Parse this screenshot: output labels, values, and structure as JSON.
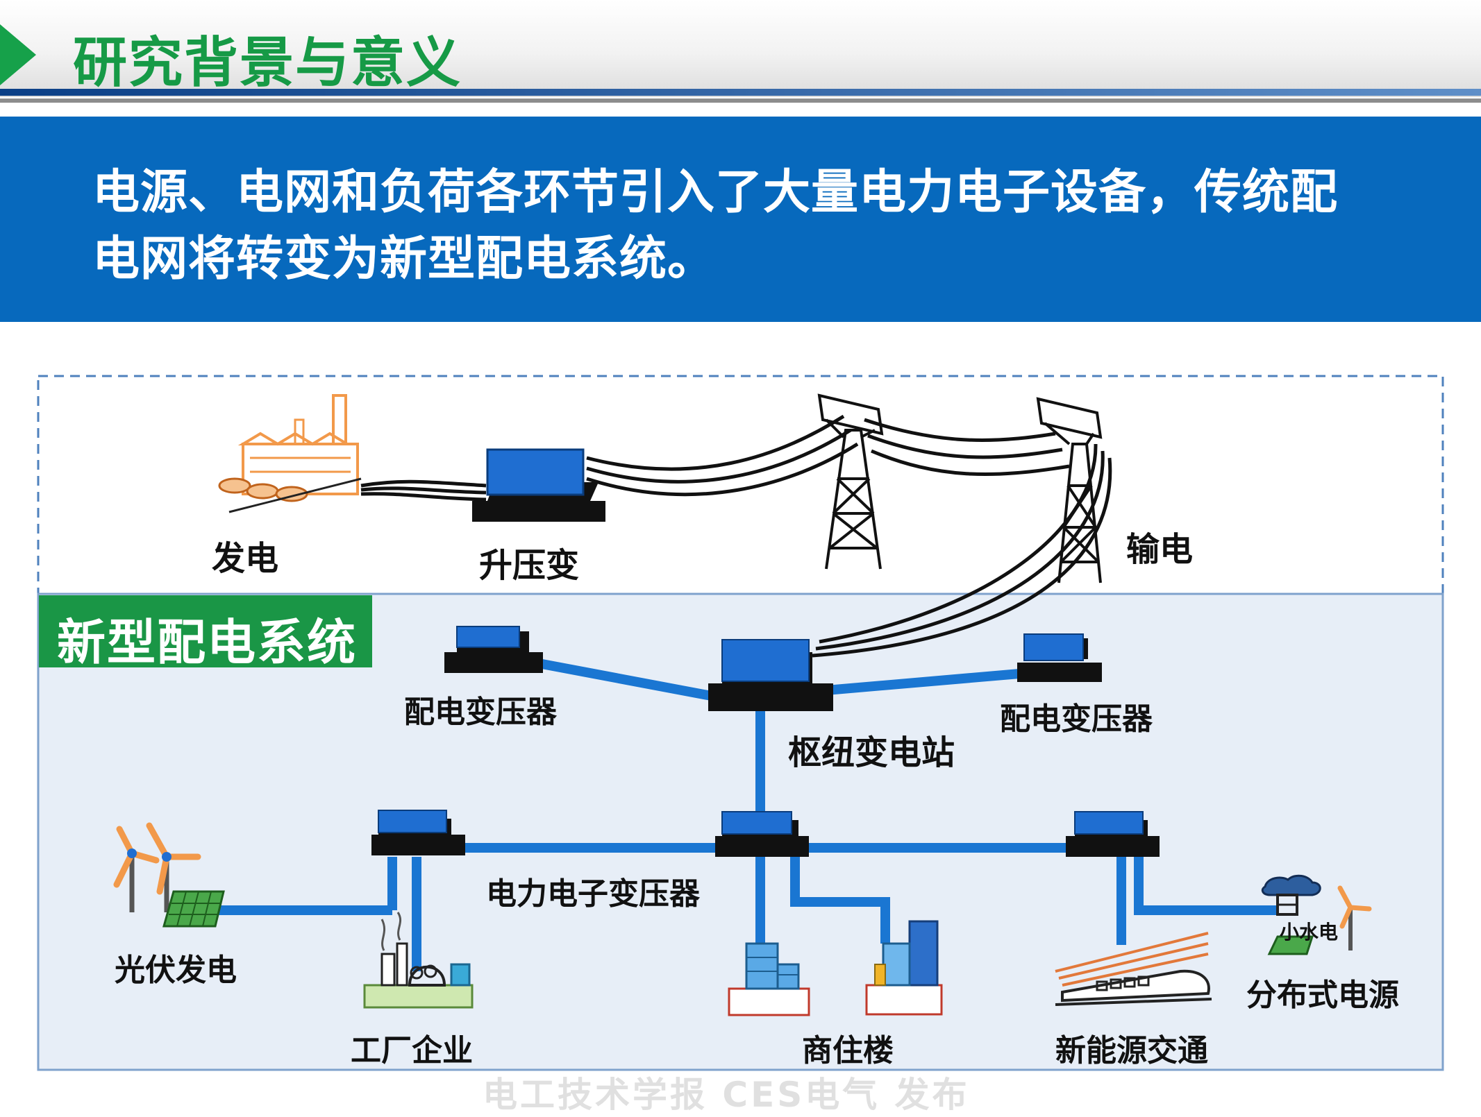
{
  "slide": {
    "title": "研究背景与意义",
    "banner_line1": "电源、电网和负荷各环节引入了大量电力电子设备，传统配",
    "banner_line2": "电网将转变为新型配电系统。"
  },
  "diagram": {
    "badge": "新型配电系统",
    "labels": {
      "generation": "发电",
      "step_up": "升压变",
      "transmission": "输电",
      "dist_transformer_left": "配电变压器",
      "dist_transformer_right": "配电变压器",
      "hub_substation": "枢纽变电站",
      "pe_transformer": "电力电子变压器",
      "pv": "光伏发电",
      "factory": "工厂企业",
      "commercial": "商住楼",
      "ev_traffic": "新能源交通",
      "distributed": "分布式电源",
      "small_hydro": "小水电"
    },
    "watermark": "电工技术学报  CES电气  发布"
  },
  "colors": {
    "title_green": "#169a46",
    "banner_blue": "#0769bd",
    "line_blue": "#1a76d2",
    "area_bg": "#e7eef7"
  }
}
